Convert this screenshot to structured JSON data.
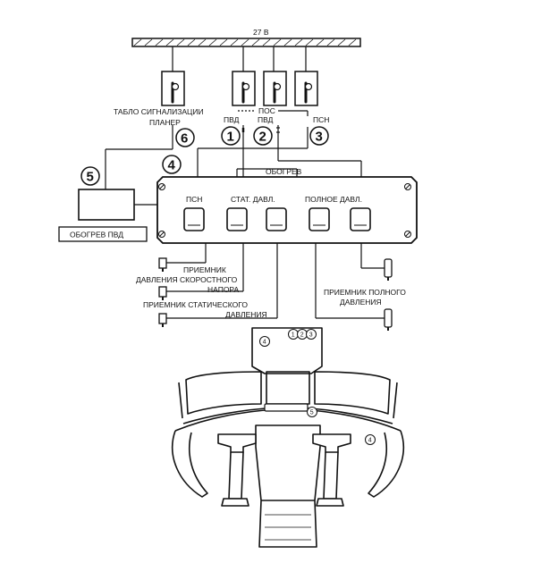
{
  "bus_label": "27 В",
  "switch_labels": {
    "tablo_line1": "ТАБЛО СИГНАЛИЗАЦИИ",
    "tablo_line2": "ПЛАНЕР",
    "pos": "ПОС",
    "pvd1": "ПВД",
    "pvd2": "ПВД",
    "psn": "ПСН"
  },
  "callouts": {
    "c1": "1",
    "c2": "2",
    "c3": "3",
    "c4": "4",
    "c5": "5",
    "c6": "6"
  },
  "panel": {
    "title": "ОБОГРЕВ",
    "psn": "ПСН",
    "stat": "СТАТ. ДАВЛ.",
    "full": "ПОЛНОЕ ДАВЛ."
  },
  "box_label": "ОБОГРЕВ ПВД",
  "receivers": {
    "dynamic_line1": "ПРИЕМНИК",
    "dynamic_line2": "ДАВЛЕНИЯ СКОРОСТНОГО",
    "dynamic_line3": "НАПОРА",
    "static_line1": "ПРИЕМНИК СТАТИЧЕСКОГО",
    "static_line2": "ДАВЛЕНИЯ",
    "full_line1": "ПРИЕМНИК ПОЛНОГО",
    "full_line2": "ДАВЛЕНИЯ"
  },
  "cockpit_marks": {
    "overhead": "4",
    "group_1": "1",
    "group_2": "2",
    "group_3": "3",
    "glareshield": "5",
    "right_panel": "4"
  }
}
